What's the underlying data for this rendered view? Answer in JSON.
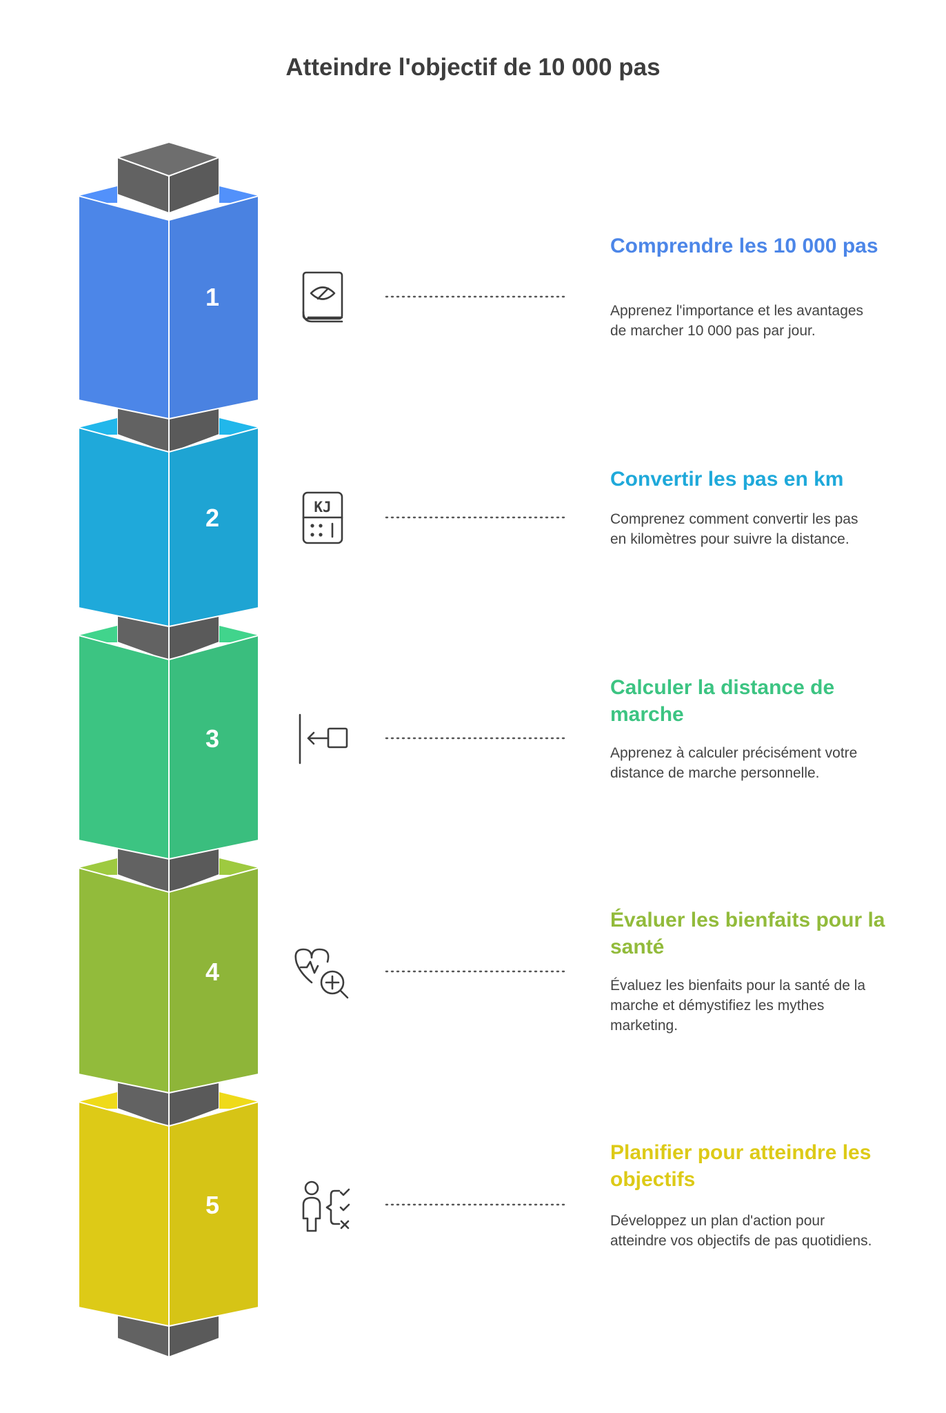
{
  "title": "Atteindre l'objectif de 10 000 pas",
  "colors": {
    "pillar": "#626262",
    "step1": "#4c86e8",
    "step2": "#1fa9da",
    "step3": "#3cc482",
    "step4": "#92bb3b",
    "step5": "#ddca17",
    "icon": "#3d3d3d"
  },
  "steps": [
    {
      "number": "1",
      "title": "Comprendre les 10 000 pas",
      "description": "Apprenez l'importance et les avantages de marcher 10 000 pas par jour.",
      "icon": "book-eye-icon"
    },
    {
      "number": "2",
      "title": "Convertir les pas en km",
      "description": "Comprenez comment convertir les pas en kilomètres pour suivre la distance.",
      "icon": "calculator-kj-icon"
    },
    {
      "number": "3",
      "title": "Calculer la distance de marche",
      "description": "Apprenez à calculer précisément votre distance de marche personnelle.",
      "icon": "distance-measure-icon"
    },
    {
      "number": "4",
      "title": "Évaluer les bienfaits pour la santé",
      "description": "Évaluez les bienfaits pour la santé de la marche et démystifiez les mythes marketing.",
      "icon": "heart-health-search-icon"
    },
    {
      "number": "5",
      "title": "Planifier pour atteindre les objectifs",
      "description": "Développez un plan d'action pour atteindre vos objectifs de pas quotidiens.",
      "icon": "person-checklist-icon"
    }
  ]
}
